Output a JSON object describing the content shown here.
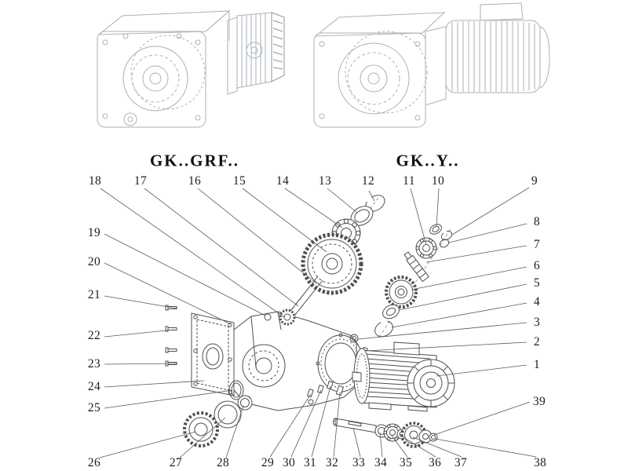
{
  "diagram": {
    "type": "exploded-parts-diagram",
    "models": {
      "left": "GK..GRF..",
      "right": "GK..Y.."
    },
    "callouts": {
      "top": [
        "18",
        "17",
        "16",
        "15",
        "14",
        "13",
        "12",
        "11",
        "10",
        "9"
      ],
      "right": [
        "8",
        "7",
        "6",
        "5",
        "4",
        "3",
        "2",
        "1",
        "39"
      ],
      "left": [
        "19",
        "20",
        "21",
        "22",
        "23",
        "24",
        "25"
      ],
      "bottom": [
        "26",
        "27",
        "28",
        "29",
        "30",
        "31",
        "32",
        "33",
        "34",
        "35",
        "36",
        "37",
        "38"
      ]
    },
    "colors": {
      "part_line": "#4f4f4f",
      "ghost_line": "#aab2b9",
      "leader_line": "#5a5a5a",
      "text": "#1c1c1c",
      "background": "#ffffff"
    }
  }
}
